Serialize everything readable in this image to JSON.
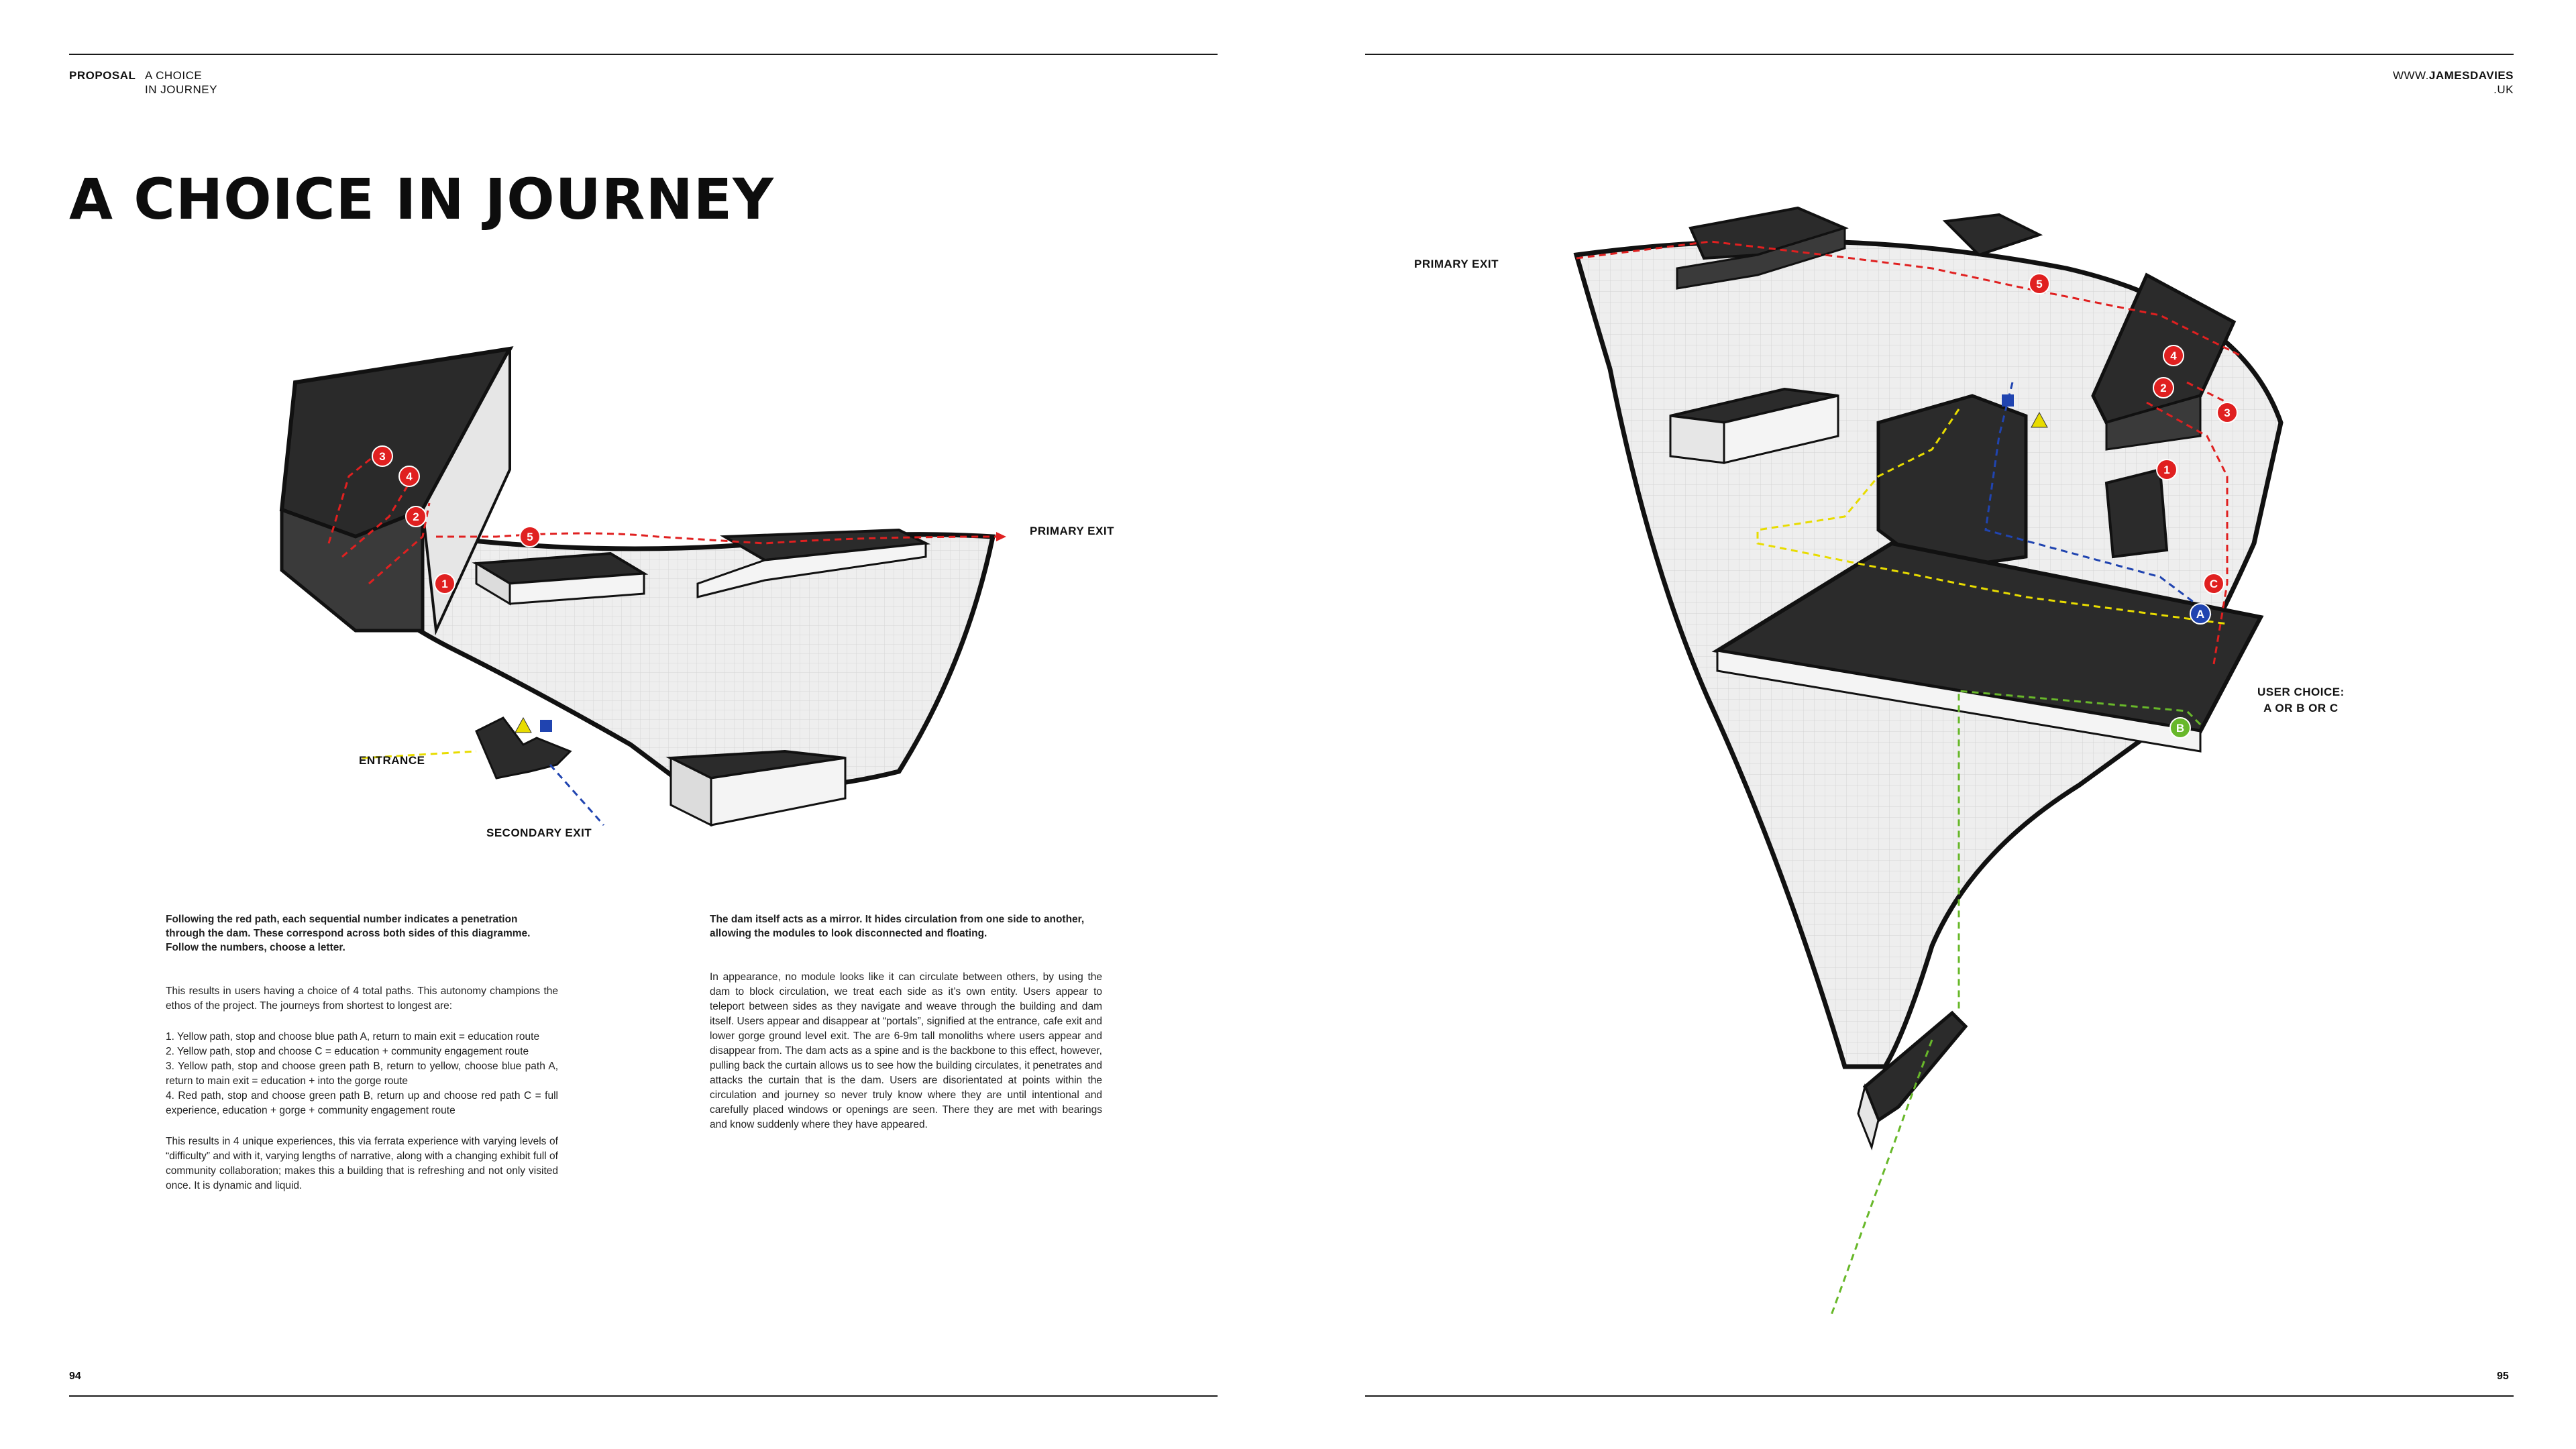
{
  "left_page": {
    "header": {
      "section": "PROPOSAL",
      "subsection_line1": "A CHOICE",
      "subsection_line2": "IN JOURNEY"
    },
    "title": "A CHOICE IN JOURNEY",
    "diagram": {
      "labels": {
        "primary_exit": "PRIMARY EXIT",
        "entrance": "ENTRANCE",
        "secondary_exit": "SECONDARY EXIT"
      },
      "markers": [
        "1",
        "2",
        "3",
        "4",
        "5"
      ]
    },
    "column1": {
      "lead": "Following the red path, each sequential number indicates a penetration through the dam. These correspond across both sides of this diagramme. Follow the numbers, choose a letter.",
      "para1": "This results in users having a choice of 4 total paths. This autonomy champions the ethos of the project. The journeys from shortest to longest are:",
      "list": [
        "1. Yellow path, stop and choose blue path A, return to main exit = education route",
        "2. Yellow path, stop and choose C = education + community engagement route",
        "3. Yellow path, stop and choose green path B, return to yellow, choose blue path A, return to main exit = education + into the gorge route",
        "4. Red path, stop and choose green path B, return up and choose red path C =  full experience, education + gorge + community engagement route"
      ],
      "para2": "This results in 4 unique experiences, this via ferrata experience with varying levels of “difficulty” and with it, varying lengths of narrative, along with a changing exhibit full of community collaboration; makes this a building that is refreshing and not only visited once. It is dynamic and liquid."
    },
    "column2": {
      "lead": "The dam itself acts as a mirror. It hides circulation from one side to another, allowing the modules to look disconnected and floating.",
      "para1": "In appearance, no module looks like it can circulate between others, by using the dam to block circulation, we treat each side as it’s own entity. Users appear to teleport between sides as they navigate and weave through the building and dam itself. Users appear and disappear at “portals”, signified at the entrance, cafe exit and lower gorge ground level exit. The are 6-9m tall monoliths where users appear and disappear from. The dam acts as a spine and is the backbone to this effect, however, pulling back the curtain allows us to see how the building circulates, it penetrates and attacks the curtain that is the dam. Users are disorientated at points within the circulation and journey so never truly know where they are until intentional and carefully placed windows or openings are seen. There they are met with bearings and know suddenly where they have appeared."
    },
    "page_number": "94"
  },
  "right_page": {
    "header": {
      "site_prefix": "WWW.",
      "site_name": "JAMESDAVIES",
      "site_suffix": ".UK"
    },
    "diagram": {
      "labels": {
        "primary_exit": "PRIMARY EXIT",
        "user_choice_line1": "USER CHOICE:",
        "user_choice_line2": "A OR B OR C"
      },
      "markers": [
        "1",
        "2",
        "3",
        "4",
        "5",
        "A",
        "B",
        "C"
      ]
    },
    "page_number": "95"
  },
  "colors": {
    "red_path": "#e02020",
    "yellow_path": "#e8dc00",
    "blue_path": "#2044b0",
    "green_path": "#68b82a",
    "module_dark": "#2b2b2b",
    "dam_light": "#ececec"
  }
}
